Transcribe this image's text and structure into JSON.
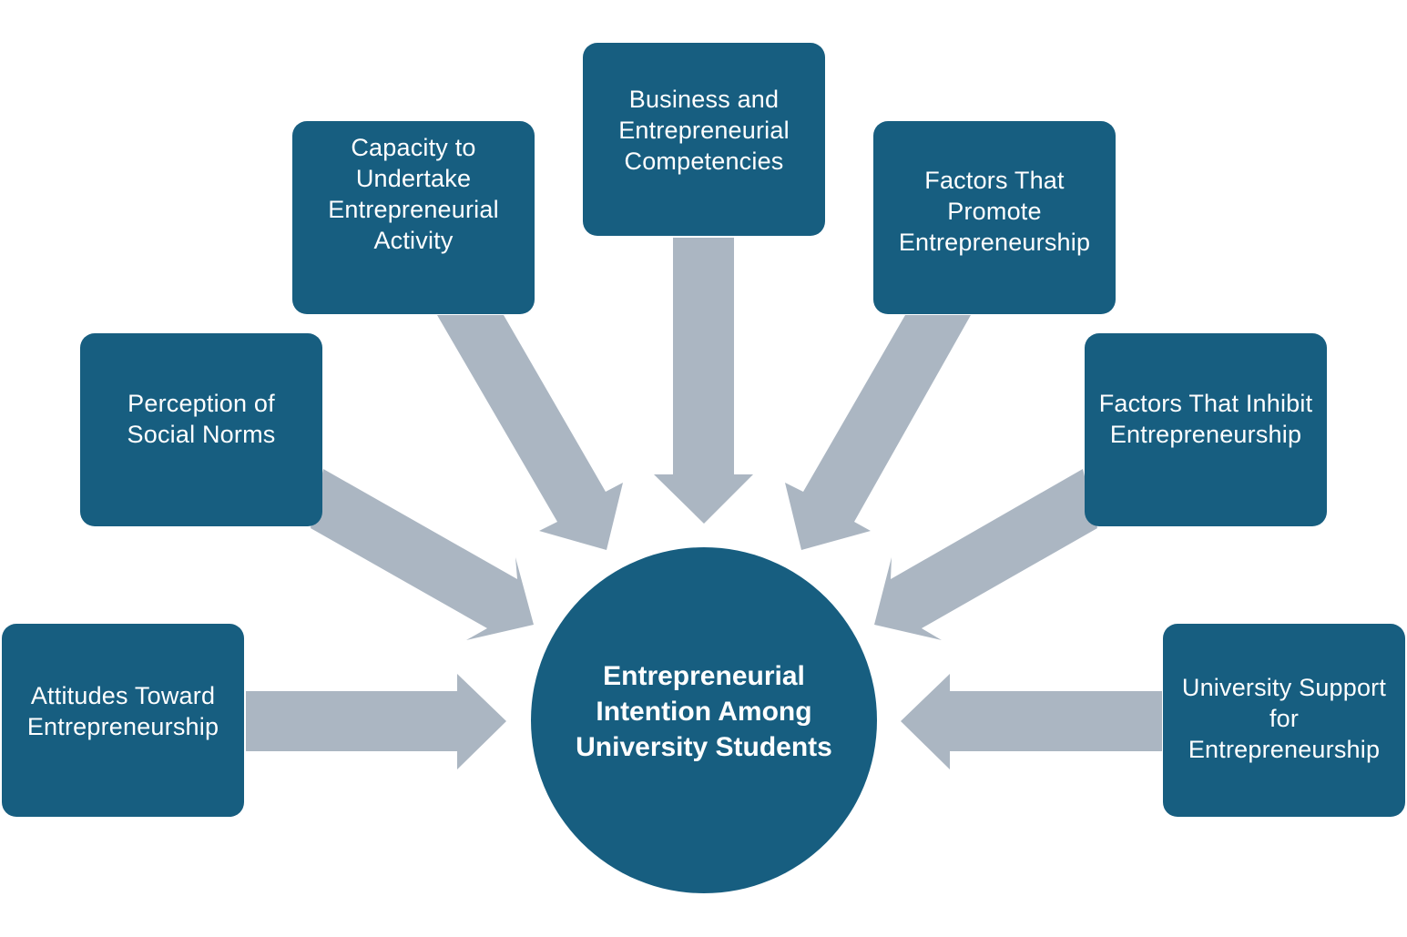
{
  "colors": {
    "node_fill": "#175e80",
    "arrow_fill": "#abb6c2",
    "text": "#ffffff",
    "background": "#ffffff"
  },
  "center": {
    "label": "Entrepreneurial Intention Among University Students"
  },
  "factors": [
    {
      "id": "attitudes",
      "label": "Attitudes Toward Entrepreneurship"
    },
    {
      "id": "norms",
      "label": "Perception of Social Norms"
    },
    {
      "id": "capacity",
      "label": "Capacity to Undertake Entrepreneurial Activity"
    },
    {
      "id": "business",
      "label": "Business and Entrepreneurial Competencies"
    },
    {
      "id": "promote",
      "label": "Factors That Promote Entrepreneurship"
    },
    {
      "id": "inhibit",
      "label": "Factors That Inhibit Entrepreneurship"
    },
    {
      "id": "university",
      "label": "University Support for Entrepreneurship"
    }
  ]
}
